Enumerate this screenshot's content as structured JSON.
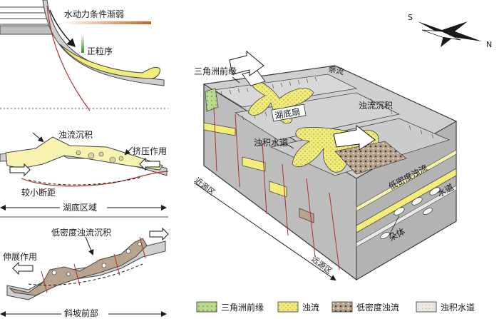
{
  "colors": {
    "delta": "#b9d98c",
    "turbidite": "#f2ec7a",
    "turbidite_light": "#f7f2b0",
    "low_density": "#b8a38e",
    "channel": "#e8e4dc",
    "block_top": "#cfcfcf",
    "block_front": "#bdbdbd",
    "block_side": "#a9a9a9",
    "fault": "#b03030",
    "arrow_fill": "#ffffff",
    "arrow_dark": "#333333"
  },
  "panel_a": {
    "weakening_label": "水动力条件渐弱",
    "grading_label": "正粒序"
  },
  "panel_b": {
    "turbidite_label": "浊流沉积",
    "compression_label": "挤压作用",
    "short_distance_label": "较小断距",
    "lake_area_label": "湖底区域"
  },
  "panel_c": {
    "low_density_label": "低密度浊流沉积",
    "extension_label": "伸展作用",
    "slope_front_label": "斜坡前部"
  },
  "block": {
    "delta_front_label": "三角洲前缘",
    "stream_label": "萘流",
    "lake_fan_label": "湖底扇",
    "turbidite_label": "浊流沉积",
    "channel_label": "浊积水道",
    "low_density_label": "低密度浊流",
    "waterway_label": "水道",
    "lobe_label": "朵体",
    "proximal_label": "近源区",
    "distal_label": "远源区"
  },
  "compass": {
    "south": "S",
    "north": "N"
  },
  "legend": [
    {
      "label": "三角洲前缘",
      "swatch": "delta"
    },
    {
      "label": "浊流",
      "swatch": "turbidite"
    },
    {
      "label": "低密度浊流",
      "swatch": "low_density"
    },
    {
      "label": "浊积水道",
      "swatch": "channel"
    }
  ]
}
